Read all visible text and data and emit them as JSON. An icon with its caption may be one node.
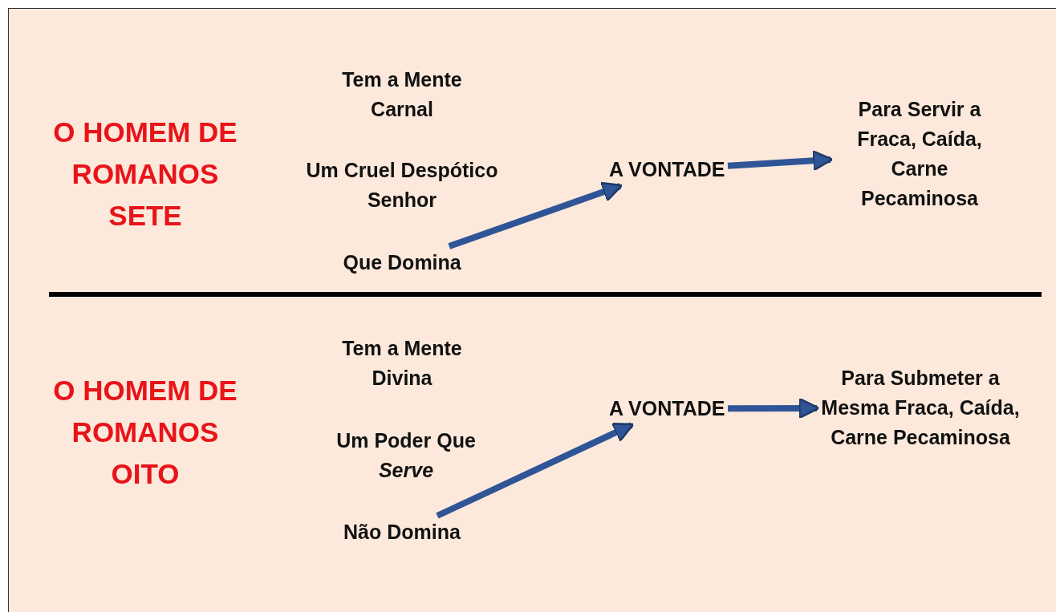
{
  "diagram": {
    "nodes": [
      {
        "text": [
          "Que Domina"
        ]
      },
      {
        "text": [
          "A VONTADE"
        ]
      },
      {
        "text": [
          "Para Servir a Fraca, Caída, Carne Pecaminosa"
        ]
      },
      {
        "text": [
          "Não Domina"
        ]
      },
      {
        "text": [
          "A VONTADE"
        ]
      },
      {
        "text": [
          "Para Submeter a Mesma Fraca, Caída, Carne Pecaminosa"
        ]
      }
    ],
    "edges": [
      {
        "from": 0,
        "to": 1,
        "arrow": "to"
      },
      {
        "from": 1,
        "to": 2,
        "arrow": "to"
      },
      {
        "from": 3,
        "to": 4,
        "arrow": "to"
      },
      {
        "from": 4,
        "to": 5,
        "arrow": "to"
      }
    ],
    "labels": [
      "O HOMEM DE ROMANOS SETE",
      "Tem a Mente Carnal",
      "Um Cruel Despótico Senhor",
      "O HOMEM DE ROMANOS OITO",
      "Tem a Mente Divina",
      "Um Poder Que *Serve*"
    ]
  }
}
